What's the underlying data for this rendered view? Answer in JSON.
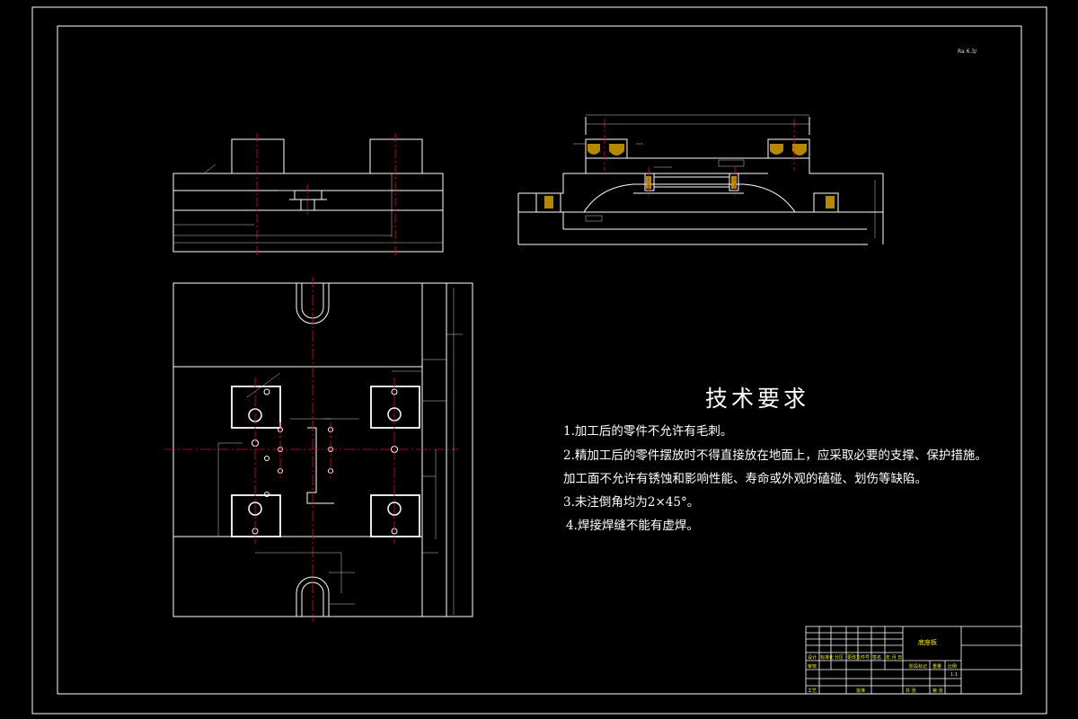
{
  "drawing": {
    "roughness_note": "Ra 6.3/",
    "colors": {
      "background": "#000000",
      "outline": "#ffffff",
      "centerline": "#e0002a",
      "dimension": "#c8c8c8",
      "titleblock": "#f0f000",
      "hatch": "#d4a000"
    }
  },
  "technical_requirements": {
    "title": "技术要求",
    "notes": [
      "1.加工后的零件不允许有毛刺。",
      "2.精加工后的零件摆放时不得直接放在地面上，应采取必要的支撑、保护措施。",
      "加工面不允许有锈蚀和影响性能、寿命或外观的磕碰、划伤等缺陷。",
      "3.未注倒角均为2×45°。",
      "4.焊接焊缝不能有虚焊。"
    ]
  },
  "title_block": {
    "part_name": "底座板",
    "row1": [
      "设计",
      "标准化",
      "分区",
      "更改文件号",
      "签名",
      "年 月 日"
    ],
    "row2": [
      "审核",
      "",
      "",
      "阶段标记",
      "重量",
      "比例"
    ],
    "row3": [
      "工艺",
      "",
      "批准",
      "共 张",
      "第 张",
      ""
    ],
    "scale": "1:1"
  }
}
